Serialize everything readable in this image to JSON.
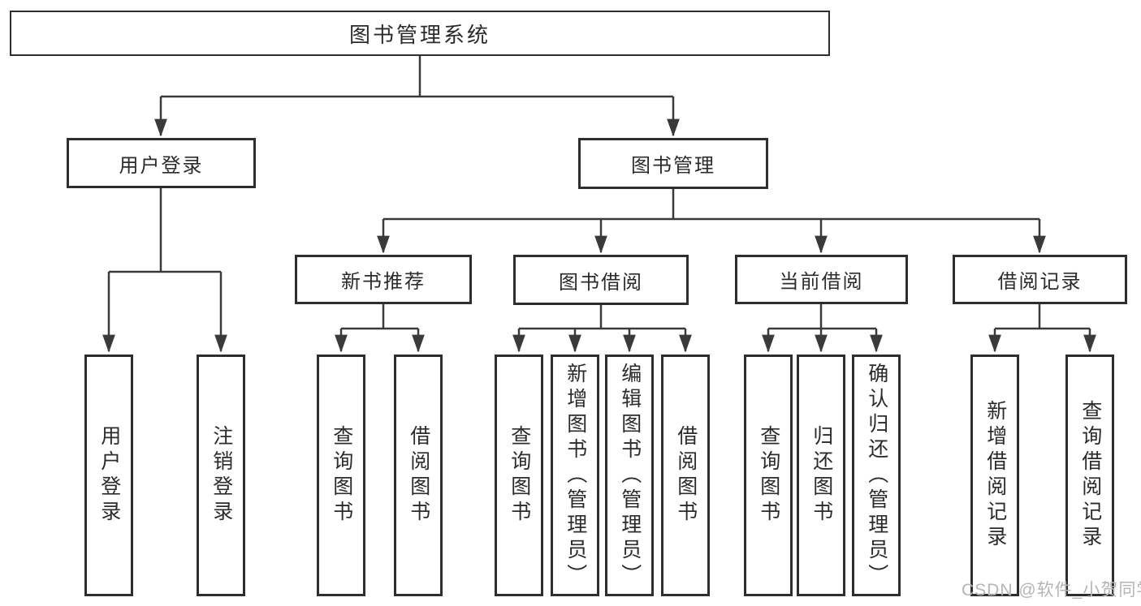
{
  "diagram": {
    "root": {
      "label": "图书管理系统"
    },
    "level2": [
      {
        "id": "user-login",
        "label": "用户登录"
      },
      {
        "id": "book-management",
        "label": "图书管理"
      }
    ],
    "level3": [
      {
        "id": "new-book-recommend",
        "label": "新书推荐",
        "parent": "图书管理"
      },
      {
        "id": "book-borrowing",
        "label": "图书借阅",
        "parent": "图书管理"
      },
      {
        "id": "current-borrowing",
        "label": "当前借阅",
        "parent": "图书管理"
      },
      {
        "id": "borrowing-records",
        "label": "借阅记录",
        "parent": "图书管理"
      }
    ],
    "leaves": [
      {
        "parent": "用户登录",
        "label": "用户登录"
      },
      {
        "parent": "用户登录",
        "label": "注销登录"
      },
      {
        "parent": "新书推荐",
        "label": "查询图书"
      },
      {
        "parent": "新书推荐",
        "label": "借阅图书"
      },
      {
        "parent": "图书借阅",
        "label": "查询图书"
      },
      {
        "parent": "图书借阅",
        "label": "新增图书（管理员）"
      },
      {
        "parent": "图书借阅",
        "label": "编辑图书（管理员）"
      },
      {
        "parent": "图书借阅",
        "label": "借阅图书"
      },
      {
        "parent": "当前借阅",
        "label": "查询图书"
      },
      {
        "parent": "当前借阅",
        "label": "归还图书"
      },
      {
        "parent": "当前借阅",
        "label": "确认归还（管理员）"
      },
      {
        "parent": "借阅记录",
        "label": "新增借阅记录"
      },
      {
        "parent": "借阅记录",
        "label": "查询借阅记录"
      }
    ]
  },
  "watermark": {
    "text": "CSDN @软件_小贺同学"
  },
  "colors": {
    "line": "#3a3a3a",
    "box_border": "#2e2e2e",
    "text": "#2b2b2b",
    "watermark": "#b5b5b5",
    "background": "#ffffff"
  }
}
